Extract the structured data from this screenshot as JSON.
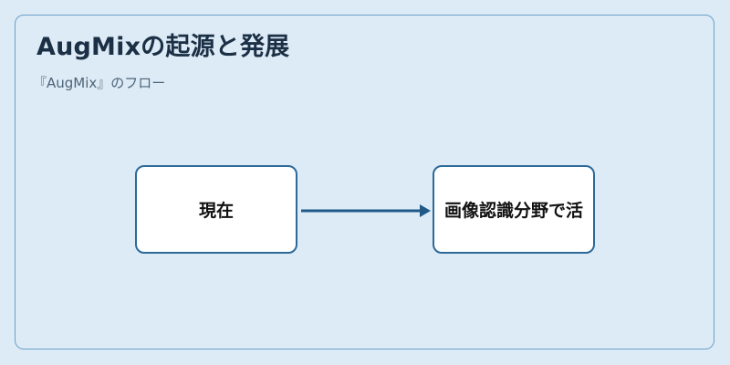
{
  "header": {
    "title": "AugMixの起源と発展",
    "subtitle": "『AugMix』のフロー"
  },
  "flow": {
    "nodes": [
      {
        "label": "現在"
      },
      {
        "label": "画像認識分野で活"
      }
    ],
    "edge_color": "#1f5a89",
    "node_border_color": "#2c6a9a"
  }
}
